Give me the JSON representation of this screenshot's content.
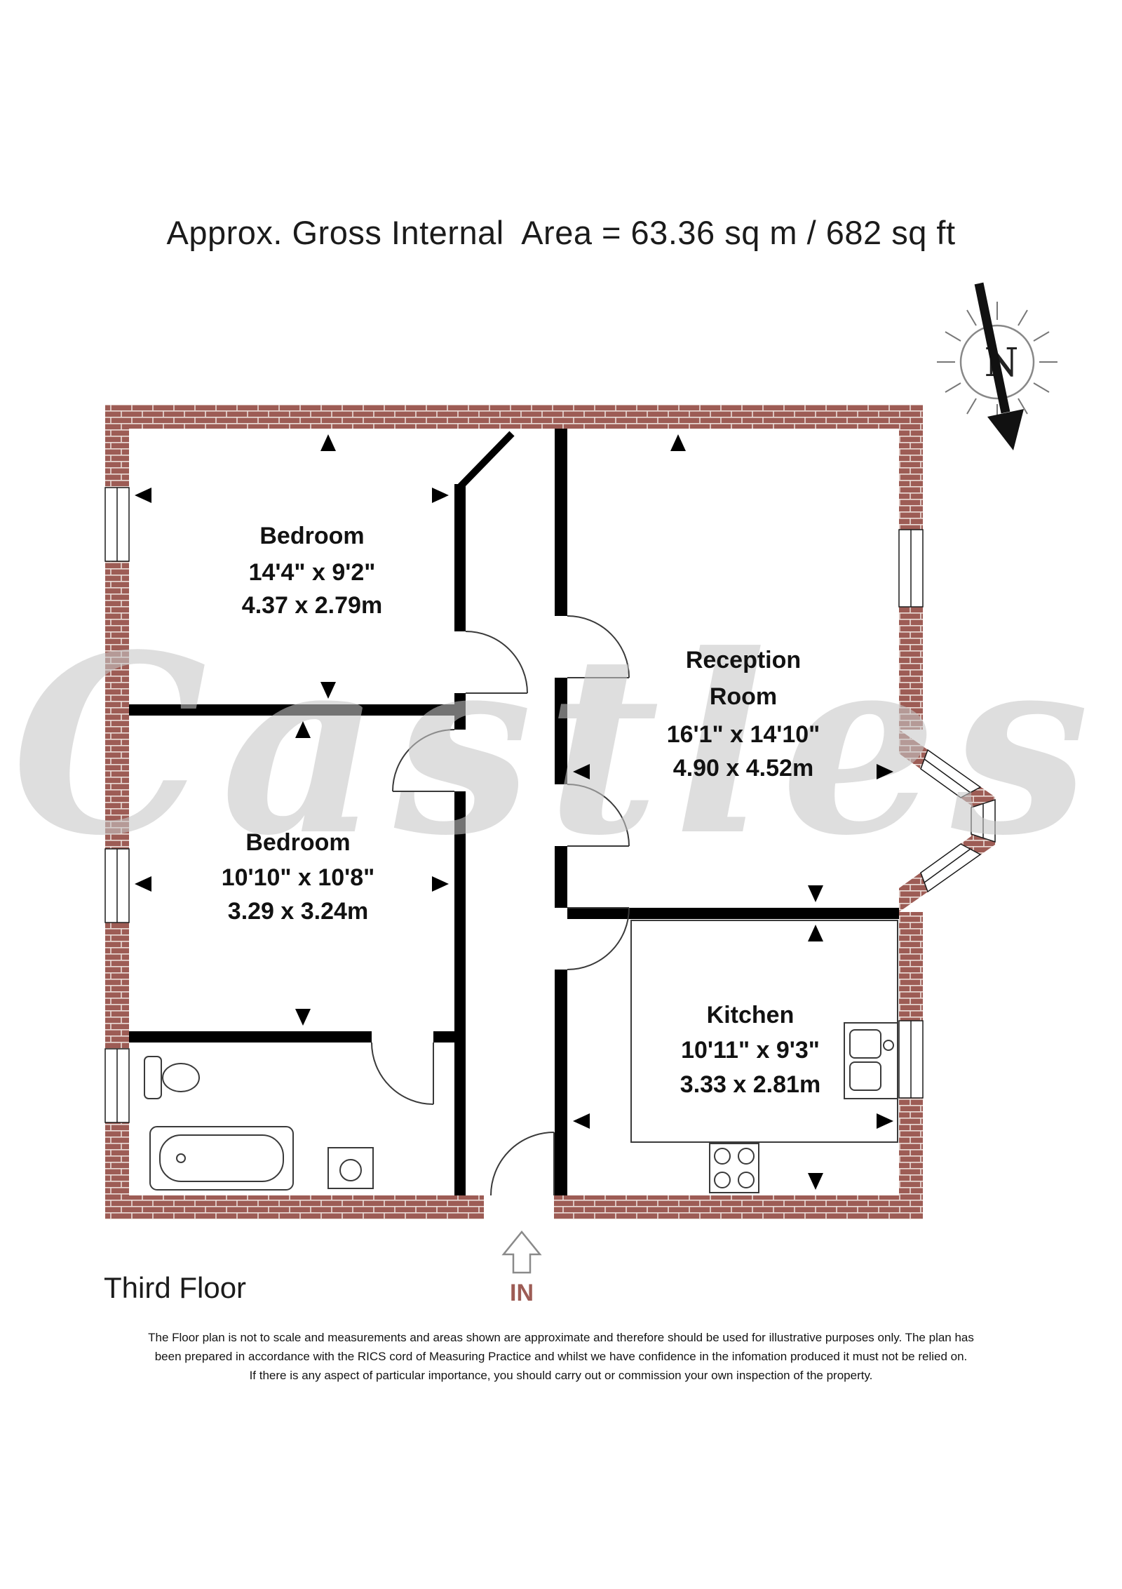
{
  "title": "Approx. Gross Internal  Area = 63.36 sq m / 682 sq ft",
  "watermark": "Castles",
  "floor_label": "Third Floor",
  "entrance": {
    "label": "IN"
  },
  "compass": {
    "label": "N"
  },
  "rooms": [
    {
      "name": "Bedroom",
      "lines": [
        "Bedroom",
        "14'4\" x 9'2\"",
        "4.37 x 2.79m"
      ]
    },
    {
      "name": "Reception Room",
      "lines": [
        "Reception",
        "Room",
        "16'1\" x 14'10\"",
        "4.90 x 4.52m"
      ]
    },
    {
      "name": "Bedroom",
      "lines": [
        "Bedroom",
        "10'10\" x 10'8\"",
        "3.29 x 3.24m"
      ]
    },
    {
      "name": "Kitchen",
      "lines": [
        "Kitchen",
        "10'11\" x 9'3\"",
        "3.33 x 2.81m"
      ]
    }
  ],
  "disclaimer": {
    "lines": [
      "The Floor plan is not to scale and measurements and areas shown are approximate and therefore should be used for illustrative purposes only. The plan has",
      "been prepared in accordance with the RICS cord of Measuring Practice and whilst we have confidence in the infomation produced it must not be relied on.",
      "If there is any aspect of particular importance, you should carry out or commission your own inspection of the property."
    ]
  },
  "colors": {
    "brick_wall": "#9d5c55",
    "mortar": "#eadcd7",
    "interior_wall": "#000000",
    "watermark_gray": "#c7c7c7",
    "accent": "#9d5c55"
  }
}
